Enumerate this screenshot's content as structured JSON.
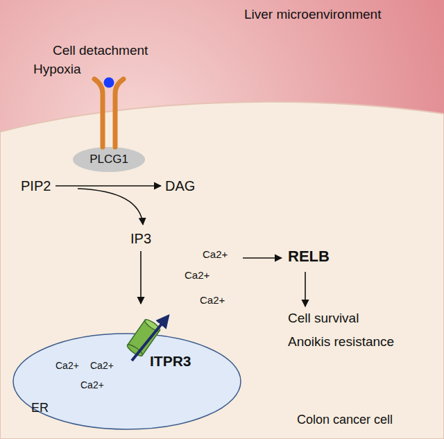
{
  "diagram": {
    "nodes": [
      {
        "text": [
          "Liver microenvironment"
        ]
      },
      {
        "text": [
          "Colon cancer cell"
        ],
        "in": 0
      },
      {
        "text": [
          "PLCG1"
        ],
        "in": 1
      },
      {
        "text": [
          "ER"
        ],
        "in": 1
      }
    ],
    "labels": [
      "Cell detachment",
      "Hypoxia",
      "PIP2",
      "DAG",
      "IP3",
      "Ca2+",
      "RELB",
      "Ca2+",
      "Ca2+",
      "Cell survival",
      "Anoikis resistance",
      "Ca2+",
      "Ca2+",
      "Ca2+",
      "ITPR3"
    ]
  }
}
